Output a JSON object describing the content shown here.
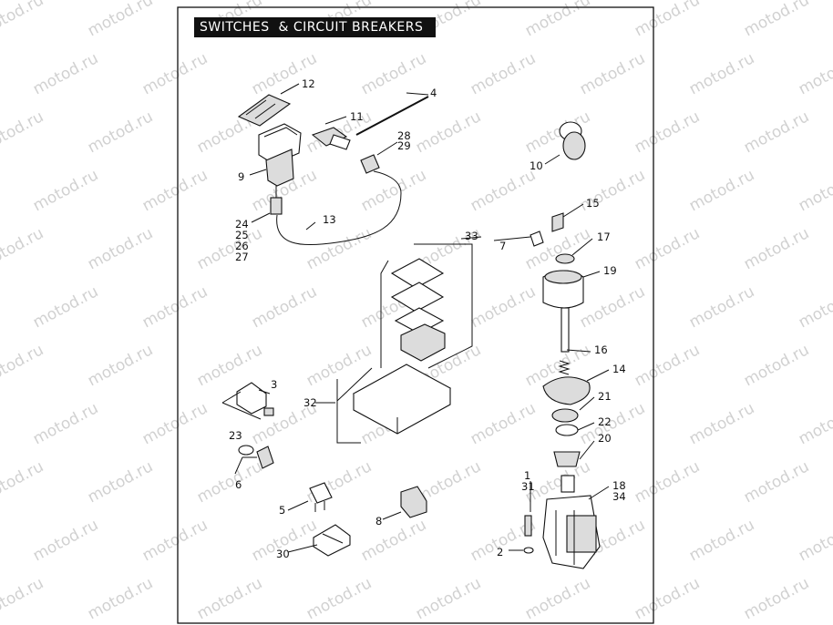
{
  "title": "SWITCHES  & CIRCUIT BREAKERS",
  "watermark": "motod.ru",
  "callouts": {
    "c1": "1",
    "c2": "2",
    "c3": "3",
    "c4": "4",
    "c5": "5",
    "c6": "6",
    "c7": "7",
    "c8": "8",
    "c9": "9",
    "c10": "10",
    "c11": "11",
    "c12": "12",
    "c13": "13",
    "c14": "14",
    "c15": "15",
    "c16": "16",
    "c17": "17",
    "c18": "18",
    "c19": "19",
    "c20": "20",
    "c21": "21",
    "c22": "22",
    "c23": "23",
    "c24": "24",
    "c25": "25",
    "c26": "26",
    "c27": "27",
    "c28": "28",
    "c29": "29",
    "c30": "30",
    "c31": "31",
    "c32": "32",
    "c33": "33",
    "c34": "34"
  }
}
